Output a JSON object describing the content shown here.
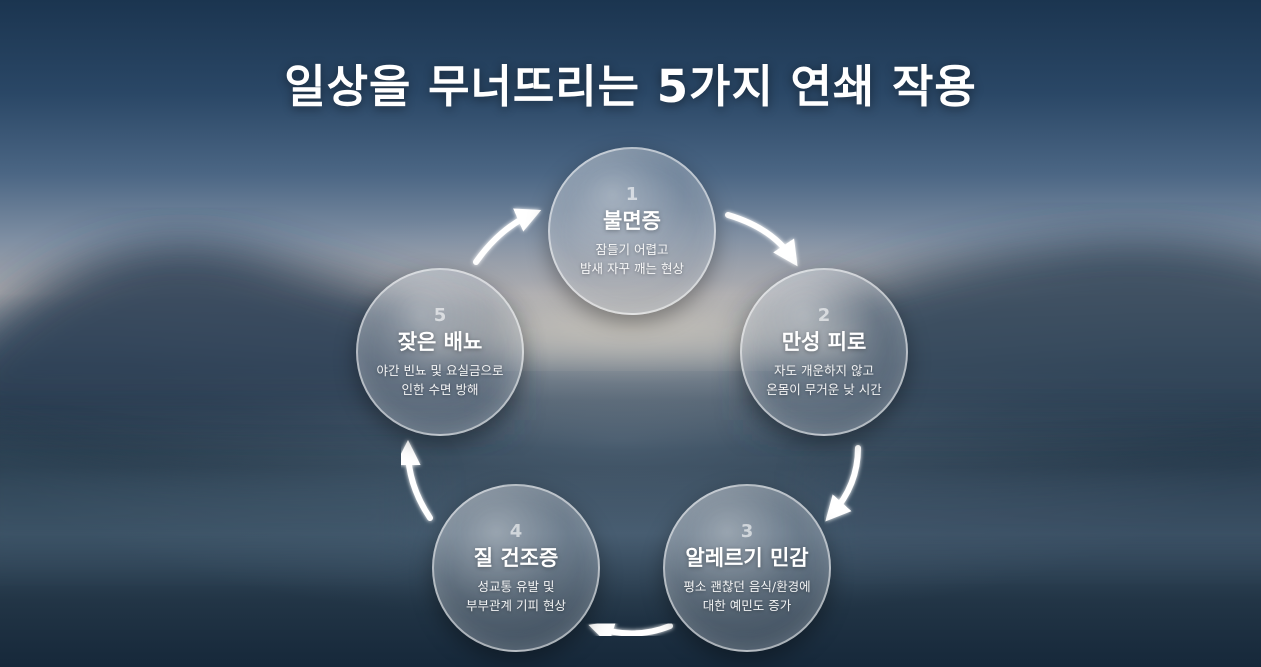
{
  "title": "일상을 무너뜨리는 5가지 연쇄 작용",
  "nodes": [
    {
      "number": "1",
      "title": "불면증",
      "desc_line1": "잠들기 어렵고",
      "desc_line2": "밤새 자꾸 깨는 현상"
    },
    {
      "number": "2",
      "title": "만성 피로",
      "desc_line1": "자도 개운하지 않고",
      "desc_line2": "온몸이 무거운 낮 시간"
    },
    {
      "number": "3",
      "title": "알레르기 민감",
      "desc_line1": "평소 괜찮던 음식/환경에",
      "desc_line2": "대한 예민도 증가"
    },
    {
      "number": "4",
      "title": "질 건조증",
      "desc_line1": "성교통 유발 및",
      "desc_line2": "부부관계 기피 현상"
    },
    {
      "number": "5",
      "title": "잦은 배뇨",
      "desc_line1": "야간 빈뇨 및 요실금으로",
      "desc_line2": "인한 수면 방해"
    }
  ],
  "colors": {
    "accent": "#ffffff",
    "sky_top": "#1b3550",
    "horizon": "#a9a9ad",
    "water": "#1f3243"
  },
  "arrow_icon": "curved-arrow-icon"
}
